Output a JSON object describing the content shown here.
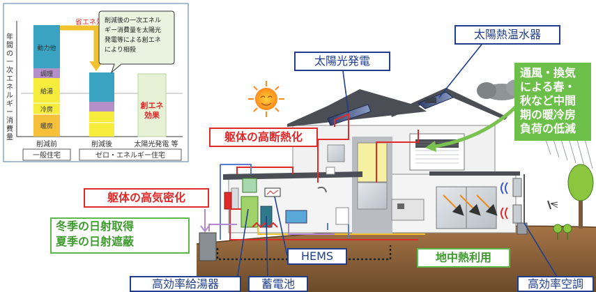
{
  "chart": {
    "ylabel_chars": [
      "年",
      "間",
      "の",
      "一",
      "次",
      "エ",
      "ネ",
      "ル",
      "ギ",
      "ー",
      "消",
      "費",
      "量"
    ],
    "title_annotation": "省エネ効果",
    "callout_lines": [
      "削減後の一次エネル",
      "ギー消費量を太陽光",
      "発電等による創エネ",
      "により相殺"
    ],
    "segments": {
      "power": "動力他",
      "cooking": "調理",
      "hotwater": "給湯",
      "cooling": "冷房",
      "heating": "暖房"
    },
    "create_energy_lines": [
      "創エネ",
      "効果"
    ],
    "categories": [
      "削減前",
      "削減後",
      "太陽光発電 等"
    ],
    "group_labels": [
      "一般住宅",
      "ゼロ・エネルギー住宅"
    ],
    "colors": {
      "power": "#3aa3c2",
      "cooking": "#b58fc7",
      "hotwater": "#f6ec3c",
      "cooling": "#f6ec3c",
      "heating": "#f7c03a",
      "create": "#e6f1d6"
    }
  },
  "labels": {
    "solar_power": "太陽光発電",
    "solar_heat": "太陽熱温水器",
    "ventilation": "通風・換気による春・秋など中間期の暖冷房負荷の低減",
    "insulation": "躯体の高断熱化",
    "airtight": "躯体の高気密化",
    "sunlight_lines": [
      "冬季の日射取得",
      "夏季の日射遮蔽"
    ],
    "hems": "HEMS",
    "geothermal": "地中熱利用",
    "water_heater": "高効率給湯器",
    "battery": "蓄電池",
    "aircon": "高効率空調"
  }
}
